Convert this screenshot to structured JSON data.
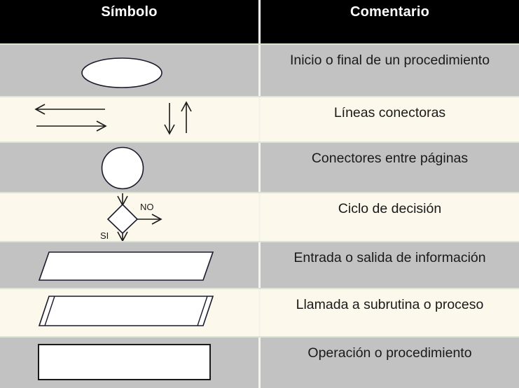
{
  "table": {
    "headers": {
      "symbol": "Símbolo",
      "comment": "Comentario"
    },
    "colors": {
      "header_background": "#000000",
      "header_text": "#ffffff",
      "row_gray": "#c2c2c2",
      "row_cream": "#fdf8ec",
      "shape_fill": "#ffffff",
      "shape_stroke": "#1a1a2e",
      "divider": "#dce4d2",
      "text": "#1a1a1a"
    },
    "rows": [
      {
        "symbol_name": "ellipse-terminator",
        "comment": "Inicio o final de un procedimiento",
        "shade": "gray"
      },
      {
        "symbol_name": "connector-lines-arrows",
        "comment": "Líneas conectoras",
        "shade": "cream"
      },
      {
        "symbol_name": "circle-page-connector",
        "comment": "Conectores entre páginas",
        "shade": "gray"
      },
      {
        "symbol_name": "diamond-decision",
        "comment": "Ciclo de decisión",
        "shade": "cream",
        "labels": {
          "no": "NO",
          "si": "SI"
        }
      },
      {
        "symbol_name": "parallelogram-input-output",
        "comment": "Entrada o salida de información",
        "shade": "gray"
      },
      {
        "symbol_name": "parallelogram-subroutine",
        "comment": "Llamada a subrutina o proceso",
        "shade": "cream"
      },
      {
        "symbol_name": "rectangle-process",
        "comment": "Operación o procedimiento",
        "shade": "gray"
      }
    ]
  }
}
